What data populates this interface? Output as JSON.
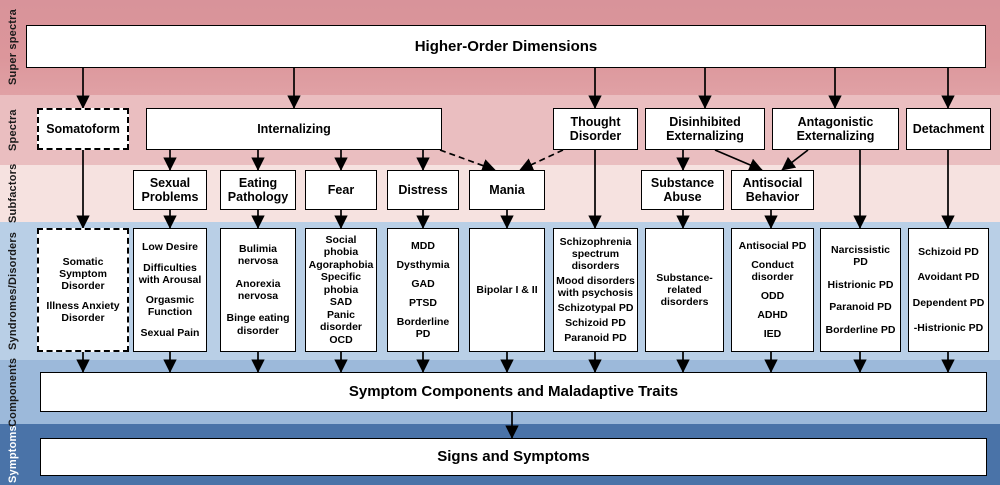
{
  "diagram": {
    "title_rows": {
      "top": "Higher-Order Dimensions",
      "components": "Symptom Components and Maladaptive Traits",
      "symptoms": "Signs and Symptoms"
    },
    "levels": [
      {
        "key": "super_spectra",
        "label": "Super spectra",
        "band_color": "#dc969b"
      },
      {
        "key": "spectra",
        "label": "Spectra",
        "band_color": "#eabec0"
      },
      {
        "key": "subfactors",
        "label": "Subfactors",
        "band_color": "#f6e2e0"
      },
      {
        "key": "syndromes",
        "label": "Syndromes/Disorders",
        "band_color": "#b9cfe6"
      },
      {
        "key": "components",
        "label": "Components",
        "band_color": "#9cb9da"
      },
      {
        "key": "symptoms",
        "label": "Symptoms",
        "band_color": "#4a73a8"
      }
    ],
    "spectra": [
      {
        "id": "somatoform",
        "label": "Somatoform",
        "dashed": true
      },
      {
        "id": "internalizing",
        "label": "Internalizing",
        "dashed": false
      },
      {
        "id": "thought-disorder",
        "label": "Thought Disorder",
        "dashed": false
      },
      {
        "id": "disinhibited-externalizing",
        "label": "Disinhibited Externalizing",
        "dashed": false
      },
      {
        "id": "antagonistic-externalizing",
        "label": "Antagonistic Externalizing",
        "dashed": false
      },
      {
        "id": "detachment",
        "label": "Detachment",
        "dashed": false
      }
    ],
    "subfactors": [
      {
        "id": "sexual-problems",
        "label": "Sexual Problems"
      },
      {
        "id": "eating-pathology",
        "label": "Eating Pathology"
      },
      {
        "id": "fear",
        "label": "Fear"
      },
      {
        "id": "distress",
        "label": "Distress"
      },
      {
        "id": "mania",
        "label": "Mania"
      },
      {
        "id": "substance-abuse",
        "label": "Substance Abuse"
      },
      {
        "id": "antisocial-behavior",
        "label": "Antisocial Behavior"
      }
    ],
    "syndromes": [
      {
        "id": "somatoform-syndromes",
        "dashed": true,
        "items": [
          "Somatic Symptom Disorder",
          "Illness Anxiety Disorder"
        ]
      },
      {
        "id": "sexual-problems-syndromes",
        "dashed": false,
        "items": [
          "Low Desire",
          "Difficulties with Arousal",
          "Orgasmic Function",
          "Sexual Pain"
        ]
      },
      {
        "id": "eating-pathology-syndromes",
        "dashed": false,
        "items": [
          "Bulimia nervosa",
          "Anorexia nervosa",
          "Binge eating disorder"
        ]
      },
      {
        "id": "fear-syndromes",
        "dashed": false,
        "items": [
          "Social phobia",
          "Agoraphobia",
          "Specific phobia",
          "SAD",
          "Panic disorder",
          "OCD"
        ]
      },
      {
        "id": "distress-syndromes",
        "dashed": false,
        "items": [
          "MDD",
          "Dysthymia",
          "GAD",
          "PTSD",
          "Borderline PD"
        ]
      },
      {
        "id": "mania-syndromes",
        "dashed": false,
        "items": [
          "Bipolar I & II"
        ]
      },
      {
        "id": "thought-disorder-syndromes",
        "dashed": false,
        "items": [
          "Schizophrenia spectrum disorders",
          "Mood disorders with psychosis",
          "Schizotypal PD",
          "Schizoid PD",
          "Paranoid PD"
        ]
      },
      {
        "id": "substance-abuse-syndromes",
        "dashed": false,
        "items": [
          "Substance-related disorders"
        ]
      },
      {
        "id": "antisocial-behavior-syndromes",
        "dashed": false,
        "items": [
          "Antisocial PD",
          "Conduct disorder",
          "ODD",
          "ADHD",
          "IED"
        ]
      },
      {
        "id": "antagonistic-syndromes",
        "dashed": false,
        "items": [
          "Narcissistic PD",
          "Histrionic PD",
          "Paranoid PD",
          "Borderline PD"
        ]
      },
      {
        "id": "detachment-syndromes",
        "dashed": false,
        "items": [
          "Schizoid PD",
          "Avoidant PD",
          "Dependent PD",
          "-Histrionic PD"
        ]
      }
    ]
  }
}
